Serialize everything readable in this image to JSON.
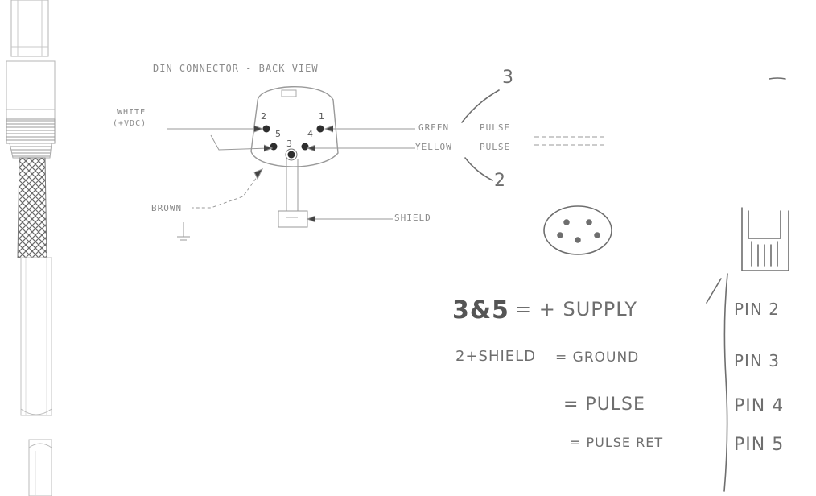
{
  "diagram": {
    "title": "DIN CONNECTOR - BACK VIEW",
    "pins": [
      "1",
      "2",
      "3",
      "4",
      "5"
    ],
    "wires": {
      "white": "WHITE",
      "vfeed": "(+VDC)",
      "green": "GREEN",
      "yellow": "YELLOW",
      "brown": "BROWN",
      "shield": "SHIELD"
    },
    "signals": {
      "pulse_top": "PULSE",
      "pulse_bottom": "PULSE"
    },
    "annotations": {
      "three": "3",
      "two": "2",
      "dash": "~"
    }
  },
  "notes": {
    "left": [
      {
        "lhs": "3&5",
        "rhs": "= + SUPPLY"
      },
      {
        "lhs": "2+SHIELD",
        "rhs": "= GROUND"
      },
      {
        "lhs": "",
        "rhs": "= PULSE"
      },
      {
        "lhs": "",
        "rhs": "= PULSE RET"
      }
    ],
    "right": [
      "PIN 2",
      "PIN 3",
      "PIN 4",
      "PIN 5"
    ]
  }
}
